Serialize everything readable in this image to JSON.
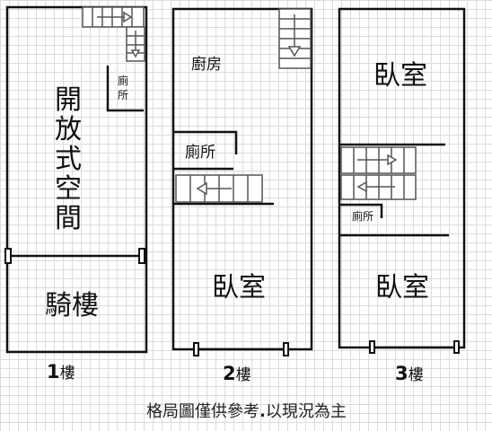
{
  "floors": {
    "f1": {
      "open_space_chars": [
        "開",
        "放",
        "式",
        "空",
        "間"
      ],
      "toilet_chars": [
        "廁",
        "所"
      ],
      "arcade": "騎樓",
      "label_num": "1",
      "label_suffix": "樓"
    },
    "f2": {
      "kitchen": "廚房",
      "toilet": "廁所",
      "bedroom": "臥室",
      "label_num": "2",
      "label_suffix": "樓"
    },
    "f3": {
      "bedroom_top": "臥室",
      "toilet": "廁所",
      "bedroom_bottom": "臥室",
      "label_num": "3",
      "label_suffix": "樓"
    }
  },
  "note": {
    "prefix": "格局圖僅供參考",
    "dot": ".",
    "suffix": "以現況為主"
  }
}
